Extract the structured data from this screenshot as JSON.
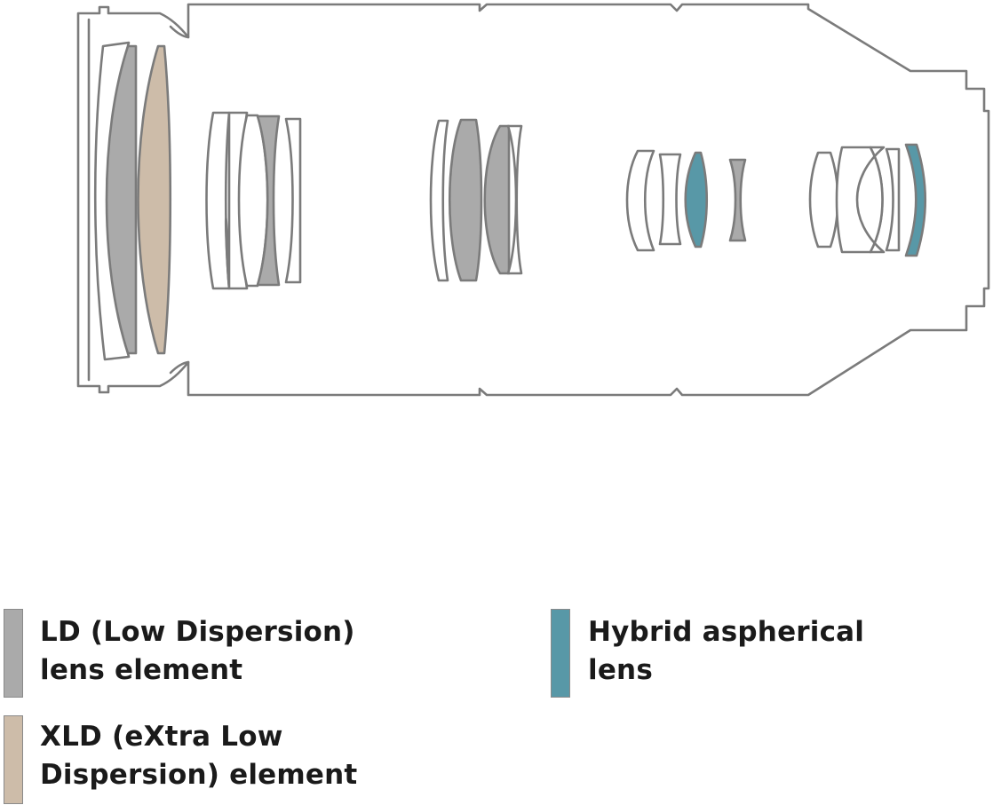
{
  "colors": {
    "ld": "#aaaaaa",
    "xld": "#cdbca9",
    "hybrid_aspherical": "#5898a7",
    "outline": "#7b7b7b",
    "plain": "#ffffff"
  },
  "lens_groups": [
    {
      "group": 1,
      "elements": [
        "plain",
        "ld",
        "xld"
      ]
    },
    {
      "group": 2,
      "elements": [
        "plain",
        "plain",
        "plain",
        "ld",
        "plain"
      ]
    },
    {
      "group": 3,
      "elements": [
        "plain",
        "ld",
        "ld",
        "plain"
      ]
    },
    {
      "group": 4,
      "elements": [
        "plain",
        "plain",
        "hybrid_aspherical",
        "ld"
      ]
    },
    {
      "group": 5,
      "elements": [
        "plain",
        "plain",
        "plain",
        "plain",
        "hybrid_aspherical"
      ]
    }
  ],
  "legend": [
    {
      "key": "ld",
      "line1": "LD (Low Dispersion)",
      "line2": "lens element"
    },
    {
      "key": "xld",
      "line1": "XLD (eXtra Low",
      "line2": "Dispersion) element"
    },
    {
      "key": "hybrid_aspherical",
      "line1": "Hybrid aspherical",
      "line2": "lens"
    }
  ]
}
